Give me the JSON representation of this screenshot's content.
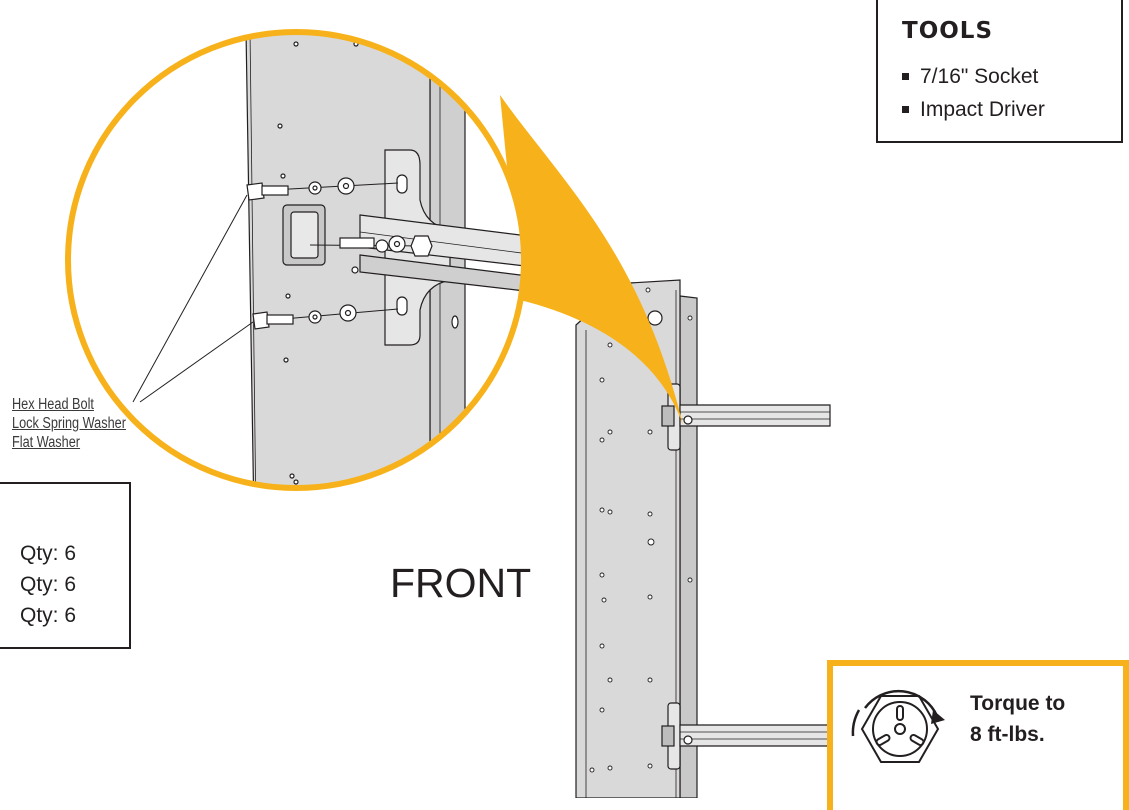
{
  "tools": {
    "title": "TOOLS",
    "items": [
      "7/16\" Socket",
      "Impact Driver"
    ]
  },
  "hardware": {
    "labels": [
      "Hex Head Bolt",
      "Lock Spring Washer",
      "Flat Washer"
    ],
    "quantities": [
      "Qty: 6",
      "Qty: 6",
      "Qty: 6"
    ]
  },
  "view_label": "FRONT",
  "torque": {
    "line1": "Torque to",
    "line2": "8 ft-lbs."
  },
  "colors": {
    "accent": "#f7b21b",
    "panel": "#d9d9d9",
    "line": "#231f20"
  }
}
